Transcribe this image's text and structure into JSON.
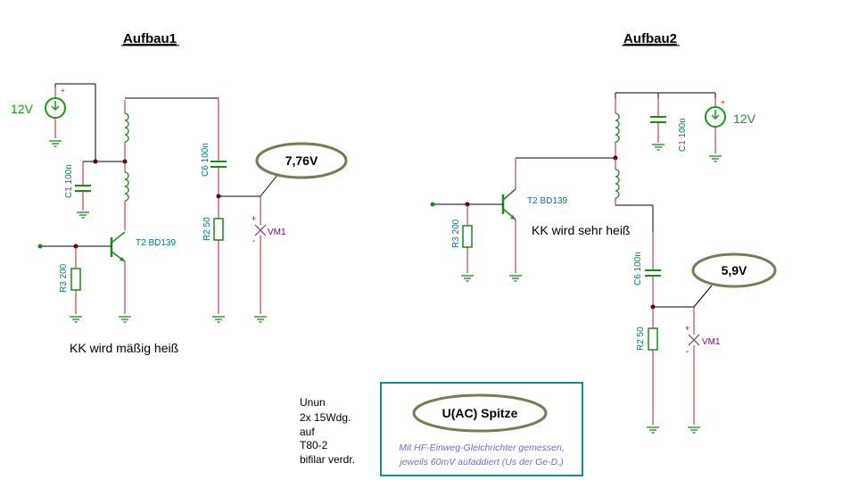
{
  "titles": {
    "left": "Aufbau1",
    "right": "Aufbau2"
  },
  "left": {
    "supply": "12V",
    "cap_c1": "C1 100n",
    "transistor": "T2 BD139",
    "resistor_r3": "R3 200",
    "cap_c6": "C6 100n",
    "resistor_r2": "R2 50",
    "voltmeter": "VM1",
    "reading": "7,76V",
    "note": "KK wird mäßig heiß"
  },
  "right": {
    "supply": "12V",
    "cap_c1": "C1 100n",
    "transistor": "T2 BD139",
    "resistor_r3": "R3 200",
    "cap_c6": "C6 100n",
    "resistor_r2": "R2 50",
    "voltmeter": "VM1",
    "reading": "5,9V",
    "note": "KK wird sehr heiß"
  },
  "unun": {
    "lines": [
      "Unun",
      "2x 15Wdg.",
      "auf",
      "T80-2",
      "bifilar verdr."
    ]
  },
  "infobox": {
    "label": "U(AC) Spitze",
    "line1": "Mit HF-Einweg-Gleichrichter gemessen,",
    "line2": "jeweils 60mV aufaddiert (Us der Ge-D.)",
    "border_color": "#1a8a8a"
  },
  "colors": {
    "wire": "#000000",
    "component": "#b22222",
    "source": "#1a9a1a",
    "label": "#007a7a",
    "voltmeter": "#800080",
    "bubble_border": "#7a7a55"
  }
}
